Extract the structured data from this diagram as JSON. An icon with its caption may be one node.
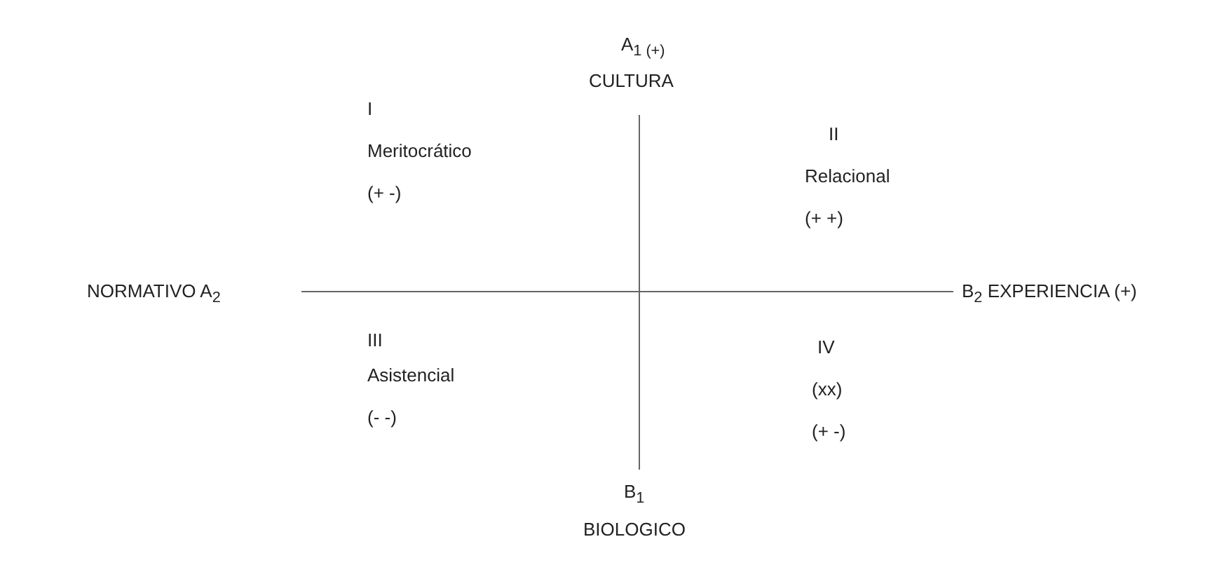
{
  "diagram": {
    "labels": [
      "A$_{1 (+)}$",
      "CULTURA",
      "I",
      "II",
      "Meritocrático",
      "Relacional",
      "(+ -)",
      "(+ +)",
      "NORMATIVO A$_{2}$",
      "B$_{2}$ EXPERIENCIA (+)",
      "III",
      "IV",
      "Asistencial",
      "(xx)",
      "(- -)",
      "(+ -)",
      "B$_{1}$",
      "BIOLOGICO"
    ]
  }
}
